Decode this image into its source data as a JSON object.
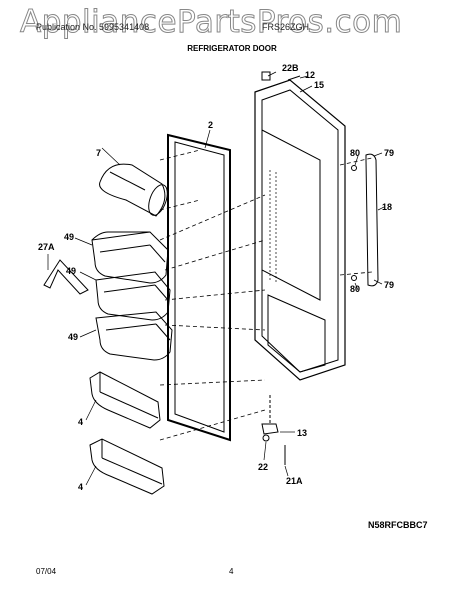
{
  "watermark": "AppliancePartsPros.com",
  "header": {
    "left": "Publication No. 5995341408",
    "right": "FRS26ZGH"
  },
  "title": "REFRIGERATOR DOOR",
  "diagram_code": "N58RFCBBC7",
  "footer": {
    "date": "07/04",
    "page": "4"
  },
  "callouts": {
    "c22b": "22B",
    "c12": "12",
    "c15": "15",
    "c2": "2",
    "c7": "7",
    "c80a": "80",
    "c79a": "79",
    "c18": "18",
    "c49a": "49",
    "c27a": "27A",
    "c49b": "49",
    "c49c": "49",
    "c80b": "80",
    "c79b": "79",
    "c4a": "4",
    "c13": "13",
    "c22": "22",
    "c21a": "21A",
    "c4b": "4"
  }
}
